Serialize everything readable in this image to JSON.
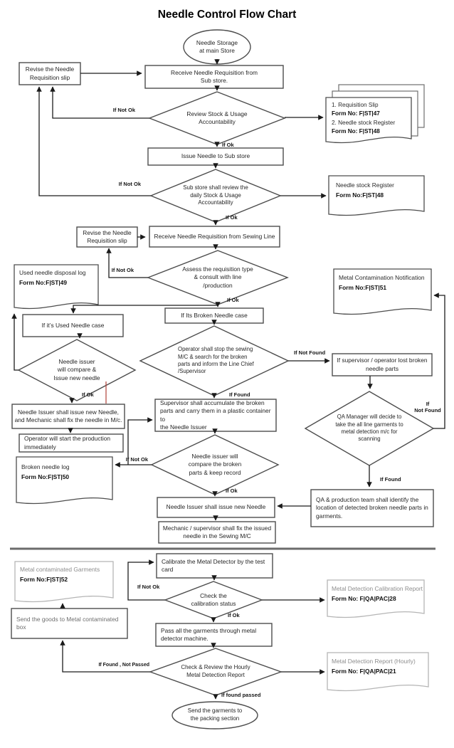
{
  "title": "Needle Control Flow Chart",
  "colors": {
    "divider": "#6b6b6b",
    "stray_mark": "#b0413a"
  },
  "nodes": {
    "start": "Needle Storage\nat main Store",
    "revise_slip_1": "Revise the Needle\nRequisition slip",
    "receive_substore": "Receive Needle Requisition from\nSub store.",
    "review_stock": "Review Stock & Usage\nAccountability",
    "issue_substore": "Issue Needle to Sub store",
    "substore_review": "Sub store shall review the\ndaily Stock & Usage\nAccountability",
    "revise_slip_2": "Revise the Needle\nRequisition slip",
    "receive_sewing": "Receive Needle Requisition from Sewing Line",
    "assess": "Assess the requisition type\n& consult with line\n/production",
    "broken_case": "If Its Broken Needle case",
    "used_case": "If it’s Used Needle case",
    "compare_issue": "Needle issuer\nwill compare &\nIssue new needle",
    "operator_stop": "Operator shall stop the sewing\nM/C & search for the broken\nparts and inform the Line Chief\n/Supervisor",
    "supervisor_lost": "If supervisor / operator lost broken\nneedle parts",
    "issuer_fix": "Needle Issuer shall issue new Needle,\nand Mechanic shall fix the needle in M/c.",
    "operator_start": "Operator will start the production\nimmediately",
    "supervisor_accumulate": "Supervisor shall accumulate the broken\nparts and carry them in a plastic container to\nthe Needle Issuer",
    "qa_manager": "QA Manager will decide to\ntake the all line garments to\nmetal detection m/c for\nscanning",
    "compare_broken": "Needle issuer will\ncompare the broken\nparts & keep record",
    "qa_identify": "QA & production team shall identify the\nlocation of detected broken needle parts in\ngarments.",
    "issuer_new": "Needle Issuer shall issue new Needle",
    "mechanic_fix": "Mechanic / supervisor shall fix the issued\nneedle in the Sewing M/C",
    "calibrate": "Calibrate the Metal Detector by the test\ncard",
    "check_calibration": "Check the\ncalibration status",
    "pass_garments": "Pass all the garments through metal\ndetector machine.",
    "send_goods": "Send the goods to Metal contaminated\nbox",
    "hourly_review": "Check & Review the Hourly\nMetal Detection Report",
    "end": "Send the garments to\nthe packing section"
  },
  "docs": {
    "requisition_slip": {
      "line1": "1. Requisition Slip",
      "line2": "Form No: F|ST|47",
      "line3": "2. Needle stock Register",
      "line4": "Form No:  F|ST|48"
    },
    "stock_register": {
      "line1": "Needle stock Register",
      "line2": "Form No:F|ST|48"
    },
    "disposal_log": {
      "line1": "Used needle disposal log",
      "line2": "Form No:F|ST|49"
    },
    "contamination": {
      "line1": "Metal Contamination Notification",
      "line2": "Form No:F|ST|51"
    },
    "broken_log": {
      "line1": "Broken needle log",
      "line2": "Form No:F|ST|50"
    },
    "contaminated_garments": {
      "line1": "Metal contaminated Garments",
      "line2": "Form No:F|ST|52"
    },
    "calibration_report": {
      "line1": "Metal Detection Calibration Report",
      "line2": "Form No: F|QA|PAC|28"
    },
    "hourly_report": {
      "line1": "Metal Detection Report (Hourly)",
      "line2": "Form No: F|QA|PAC|21"
    }
  },
  "edge_labels": {
    "not_ok_review": "If Not Ok",
    "ok_review": "If Ok",
    "not_ok_substore": "If Not Ok",
    "ok_substore": "If Ok",
    "not_ok_assess": "If Not Ok",
    "ok_assess": "If Ok",
    "not_found_operator": "If Not Found",
    "ok_compare_issue": "If Ok",
    "found_operator": "If Found",
    "if_not_found_qa": "If\nNot Found",
    "not_ok_compare": "If Not Ok",
    "found_qa": "If Found",
    "ok_compare": "If Ok",
    "not_ok_calibration": "If Not Ok",
    "ok_calibration": "If Ok",
    "found_not_passed": "If Found , Not Passed",
    "found_passed": "If found passed"
  }
}
